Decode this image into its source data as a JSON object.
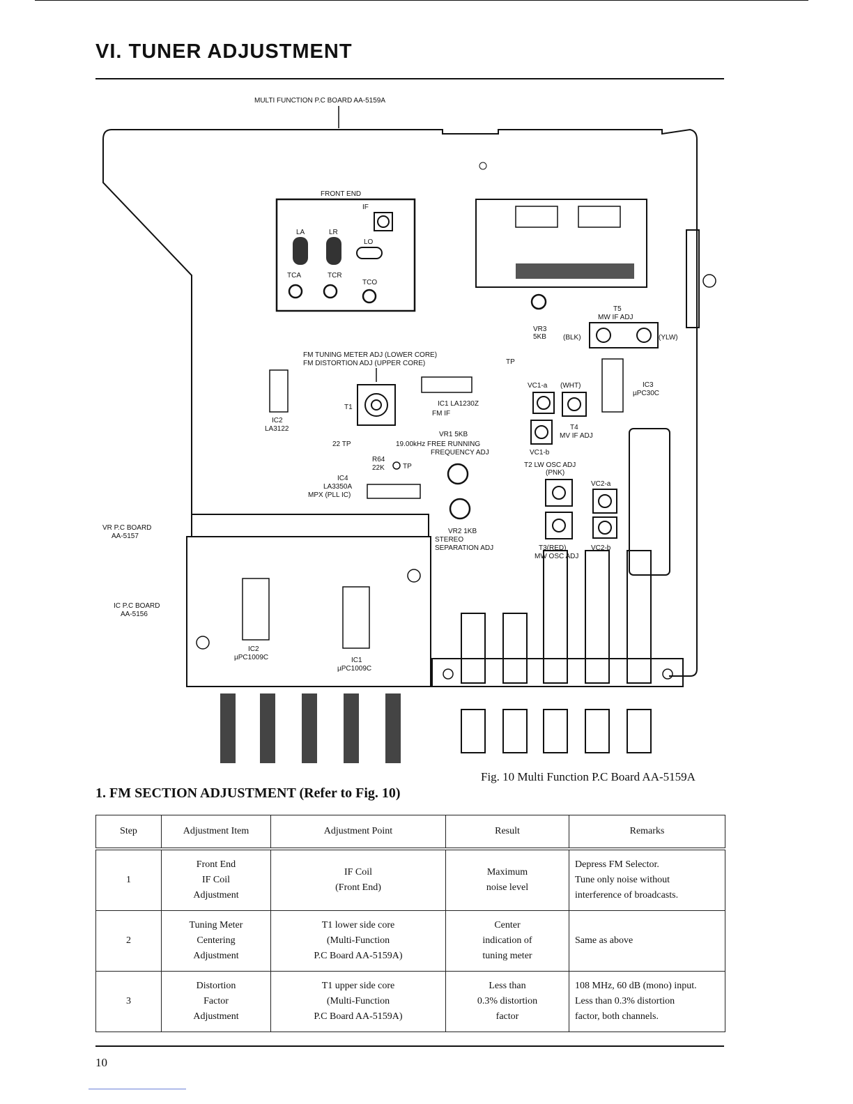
{
  "heading": "VI. TUNER ADJUSTMENT",
  "figure": {
    "board_title": "MULTI FUNCTION P.C BOARD AA-5159A",
    "caption": "Fig. 10   Multi Function P.C Board AA-5159A",
    "labels": {
      "front_end": "FRONT END",
      "if_coil": "IF",
      "la": "LA",
      "lr": "LR",
      "lo": "LO",
      "tca": "TCA",
      "tcr": "TCR",
      "tco": "TCO",
      "fm_meter": "FM TUNING METER ADJ (LOWER CORE)",
      "fm_distortion": "FM DISTORTION ADJ (UPPER CORE)",
      "t1": "T1",
      "ic1": "IC1 LA1230Z",
      "fm_if": "FM IF",
      "ic2": "IC2",
      "ic2_part": "LA3122",
      "tp22": "22 TP",
      "vr1": "VR1 5KB",
      "free_running": "19.00kHz FREE RUNNING",
      "freq_adj": "FREQUENCY ADJ",
      "r64": "R64",
      "r64_val": "22K",
      "tp": "TP",
      "ic4": "IC4",
      "ic4_part": "LA3350A",
      "ic4_desc": "MPX (PLL IC)",
      "vr2": "VR2 1KB",
      "stereo": "STEREO",
      "separation": "SEPARATION ADJ",
      "vr3": "VR3",
      "vr3_val": "5KB",
      "t5": "T5",
      "mw_if_adj": "MW IF ADJ",
      "blk": "(BLK)",
      "ylw": "(YLW)",
      "tp21": "TP",
      "ic3": "IC3",
      "ic3_part": "µPC30C",
      "vc1a": "VC1-a",
      "wht": "(WHT)",
      "t4": "T4",
      "mv_if_adj": "MV IF ADJ",
      "vc1b": "VC1-b",
      "t2": "T2 LW OSC ADJ",
      "pnk": "(PNK)",
      "vc2a": "VC2-a",
      "vc2b": "VC2-b",
      "t3": "T3(RED)",
      "mw_osc_adj": "MW OSC ADJ",
      "vr_board": "VR P.C BOARD",
      "vr_board_no": "AA-5157",
      "ic_board": "IC P.C BOARD",
      "ic_board_no": "AA-5156",
      "ic2b": "IC2",
      "ic2b_part": "µPC1009C",
      "ic1b": "IC1",
      "ic1b_part": "µPC1009C"
    }
  },
  "section_title": "1.  FM SECTION ADJUSTMENT (Refer to Fig. 10)",
  "table": {
    "headers": [
      "Step",
      "Adjustment Item",
      "Adjustment Point",
      "Result",
      "Remarks"
    ],
    "rows": [
      {
        "step": "1",
        "item": [
          "Front End",
          "IF Coil",
          "Adjustment"
        ],
        "point": [
          "IF Coil",
          "(Front End)"
        ],
        "result": [
          "Maximum",
          "noise level"
        ],
        "remarks": [
          "Depress FM Selector.",
          "Tune only noise without",
          "interference of broadcasts."
        ]
      },
      {
        "step": "2",
        "item": [
          "Tuning Meter",
          "Centering",
          "Adjustment"
        ],
        "point": [
          "T1 lower side core",
          "(Multi-Function",
          "P.C Board AA-5159A)"
        ],
        "result": [
          "Center",
          "indication of",
          "tuning meter"
        ],
        "remarks": [
          "Same as above"
        ]
      },
      {
        "step": "3",
        "item": [
          "Distortion",
          "Factor",
          "Adjustment"
        ],
        "point": [
          "T1 upper side core",
          "(Multi-Function",
          "P.C Board AA-5159A)"
        ],
        "result": [
          "Less than",
          "0.3% distortion",
          "factor"
        ],
        "remarks": [
          "108 MHz, 60 dB (mono) input.",
          "Less than 0.3% distortion",
          "factor, both channels."
        ]
      }
    ]
  },
  "page_number": "10"
}
